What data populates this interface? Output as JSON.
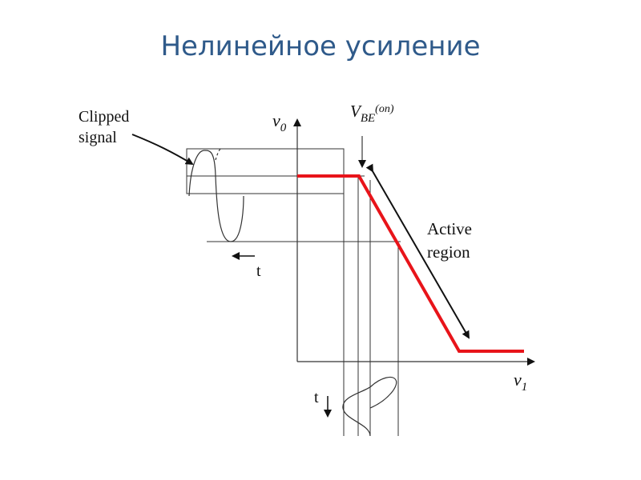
{
  "title": "Нелинейное усиление",
  "diagram": {
    "clipped_label_line1": "Clipped",
    "clipped_label_line2": "signal",
    "v0_main": "v",
    "v0_sub": "0",
    "vbe_main": "V",
    "vbe_sub": "BE",
    "vbe_sup": "(on)",
    "active_line1": "Active",
    "active_line2": "region",
    "t_left": "t",
    "t_bottom": "t",
    "v1_main": "v",
    "v1_sub": "1",
    "colors": {
      "transfer_curve": "#e8141a",
      "lines": "#333333",
      "title": "#2f5a8a"
    }
  }
}
